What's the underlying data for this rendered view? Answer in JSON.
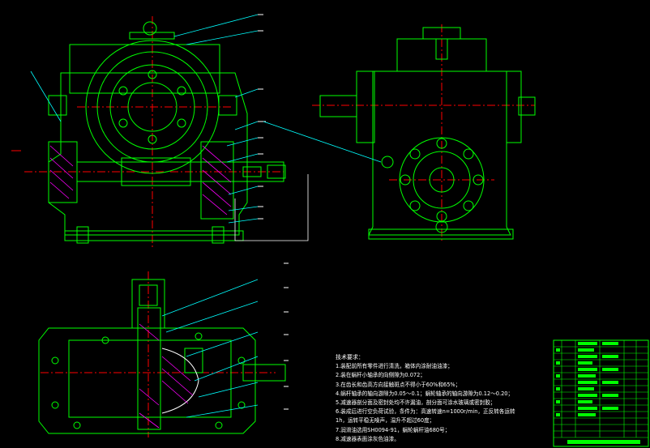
{
  "drawing": {
    "line_colors": {
      "outline": "#00ff00",
      "centerline": "#ff0000",
      "leader": "#00ffff",
      "hatch": "#ff00ff",
      "text": "#ffffff",
      "accent": "#ffff00",
      "frame": "#0000ff"
    }
  },
  "notes": {
    "title": "技术要求：",
    "items": [
      "1.装配前所有零件进行清洗，箱体内涂耐油油漆；",
      "2.装在蜗杆小轴承的向侧隙为0.072；",
      "3.在齿长和齿高方向接触斑点不得小于60%和65%；",
      "4.蜗杆轴承的轴向游隙为0.05～0.1；蜗轮轴承的轴向游隙为0.12～0.20；",
      "5.减速器剖分面及密封处均不许漏油，剖分面可涂水玻璃或密封胶；",
      "6.装成后进行空负荷试验，条件为：高速转速n=1000r/min，正反转各运转",
      "1h，运转平稳无噪声，温升不超过60度；",
      "7.润滑油选用SH0094-91，蜗轮蜗杆油680号；",
      "8.减速器表面涂灰色油漆。"
    ]
  }
}
